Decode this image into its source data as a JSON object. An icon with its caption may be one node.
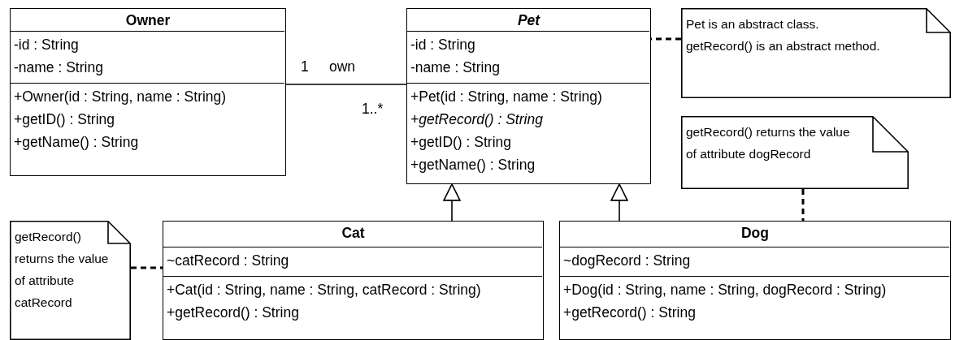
{
  "diagram": {
    "nodes": [
      {
        "text": [
          "Owner"
        ]
      },
      {
        "text": [
          "-id : String",
          "-name : String"
        ],
        "in": 0
      },
      {
        "text": [
          "+Owner(id : String, name : String)",
          "+getID() : String",
          "+getName() : String"
        ],
        "in": 0
      },
      {
        "text": [
          "Pet"
        ]
      },
      {
        "text": [
          "-id : String",
          "-name : String"
        ],
        "in": 3
      },
      {
        "text": [
          "+Pet(id : String, name : String)",
          "+getRecord() : String",
          "+getID() : String",
          "+getName() : String"
        ],
        "in": 3
      },
      {
        "text": [
          "Pet is an abstract class. getRecord() is an abstract method."
        ]
      },
      {
        "text": [
          "getRecord() returns the value of attribute dogRecord"
        ]
      },
      {
        "text": [
          "getRecord() returns the value of attribute catRecord"
        ]
      },
      {
        "text": [
          "Cat"
        ]
      },
      {
        "text": [
          "~catRecord : String"
        ],
        "in": 9
      },
      {
        "text": [
          "+Cat(id : String, name : String, catRecord : String)",
          "+getRecord() : String"
        ],
        "in": 9
      },
      {
        "text": [
          "Dog"
        ]
      },
      {
        "text": [
          "~dogRecord : String"
        ],
        "in": 12
      },
      {
        "text": [
          "+Dog(id : String, name : String, dogRecord : String)",
          "+getRecord() : String"
        ],
        "in": 12
      }
    ],
    "edges": [
      {
        "from": 0,
        "to": 3,
        "arrow": "none",
        "label": "own"
      },
      {
        "from": 6,
        "to": 3,
        "arrow": "none",
        "style": "dashed"
      },
      {
        "from": 9,
        "to": 3,
        "arrow": "to"
      },
      {
        "from": 12,
        "to": 3,
        "arrow": "to"
      },
      {
        "from": 7,
        "to": 12,
        "arrow": "none",
        "style": "dashed"
      },
      {
        "from": 8,
        "to": 9,
        "arrow": "none",
        "style": "dashed"
      }
    ],
    "labels": [
      "1",
      "1..*"
    ]
  }
}
